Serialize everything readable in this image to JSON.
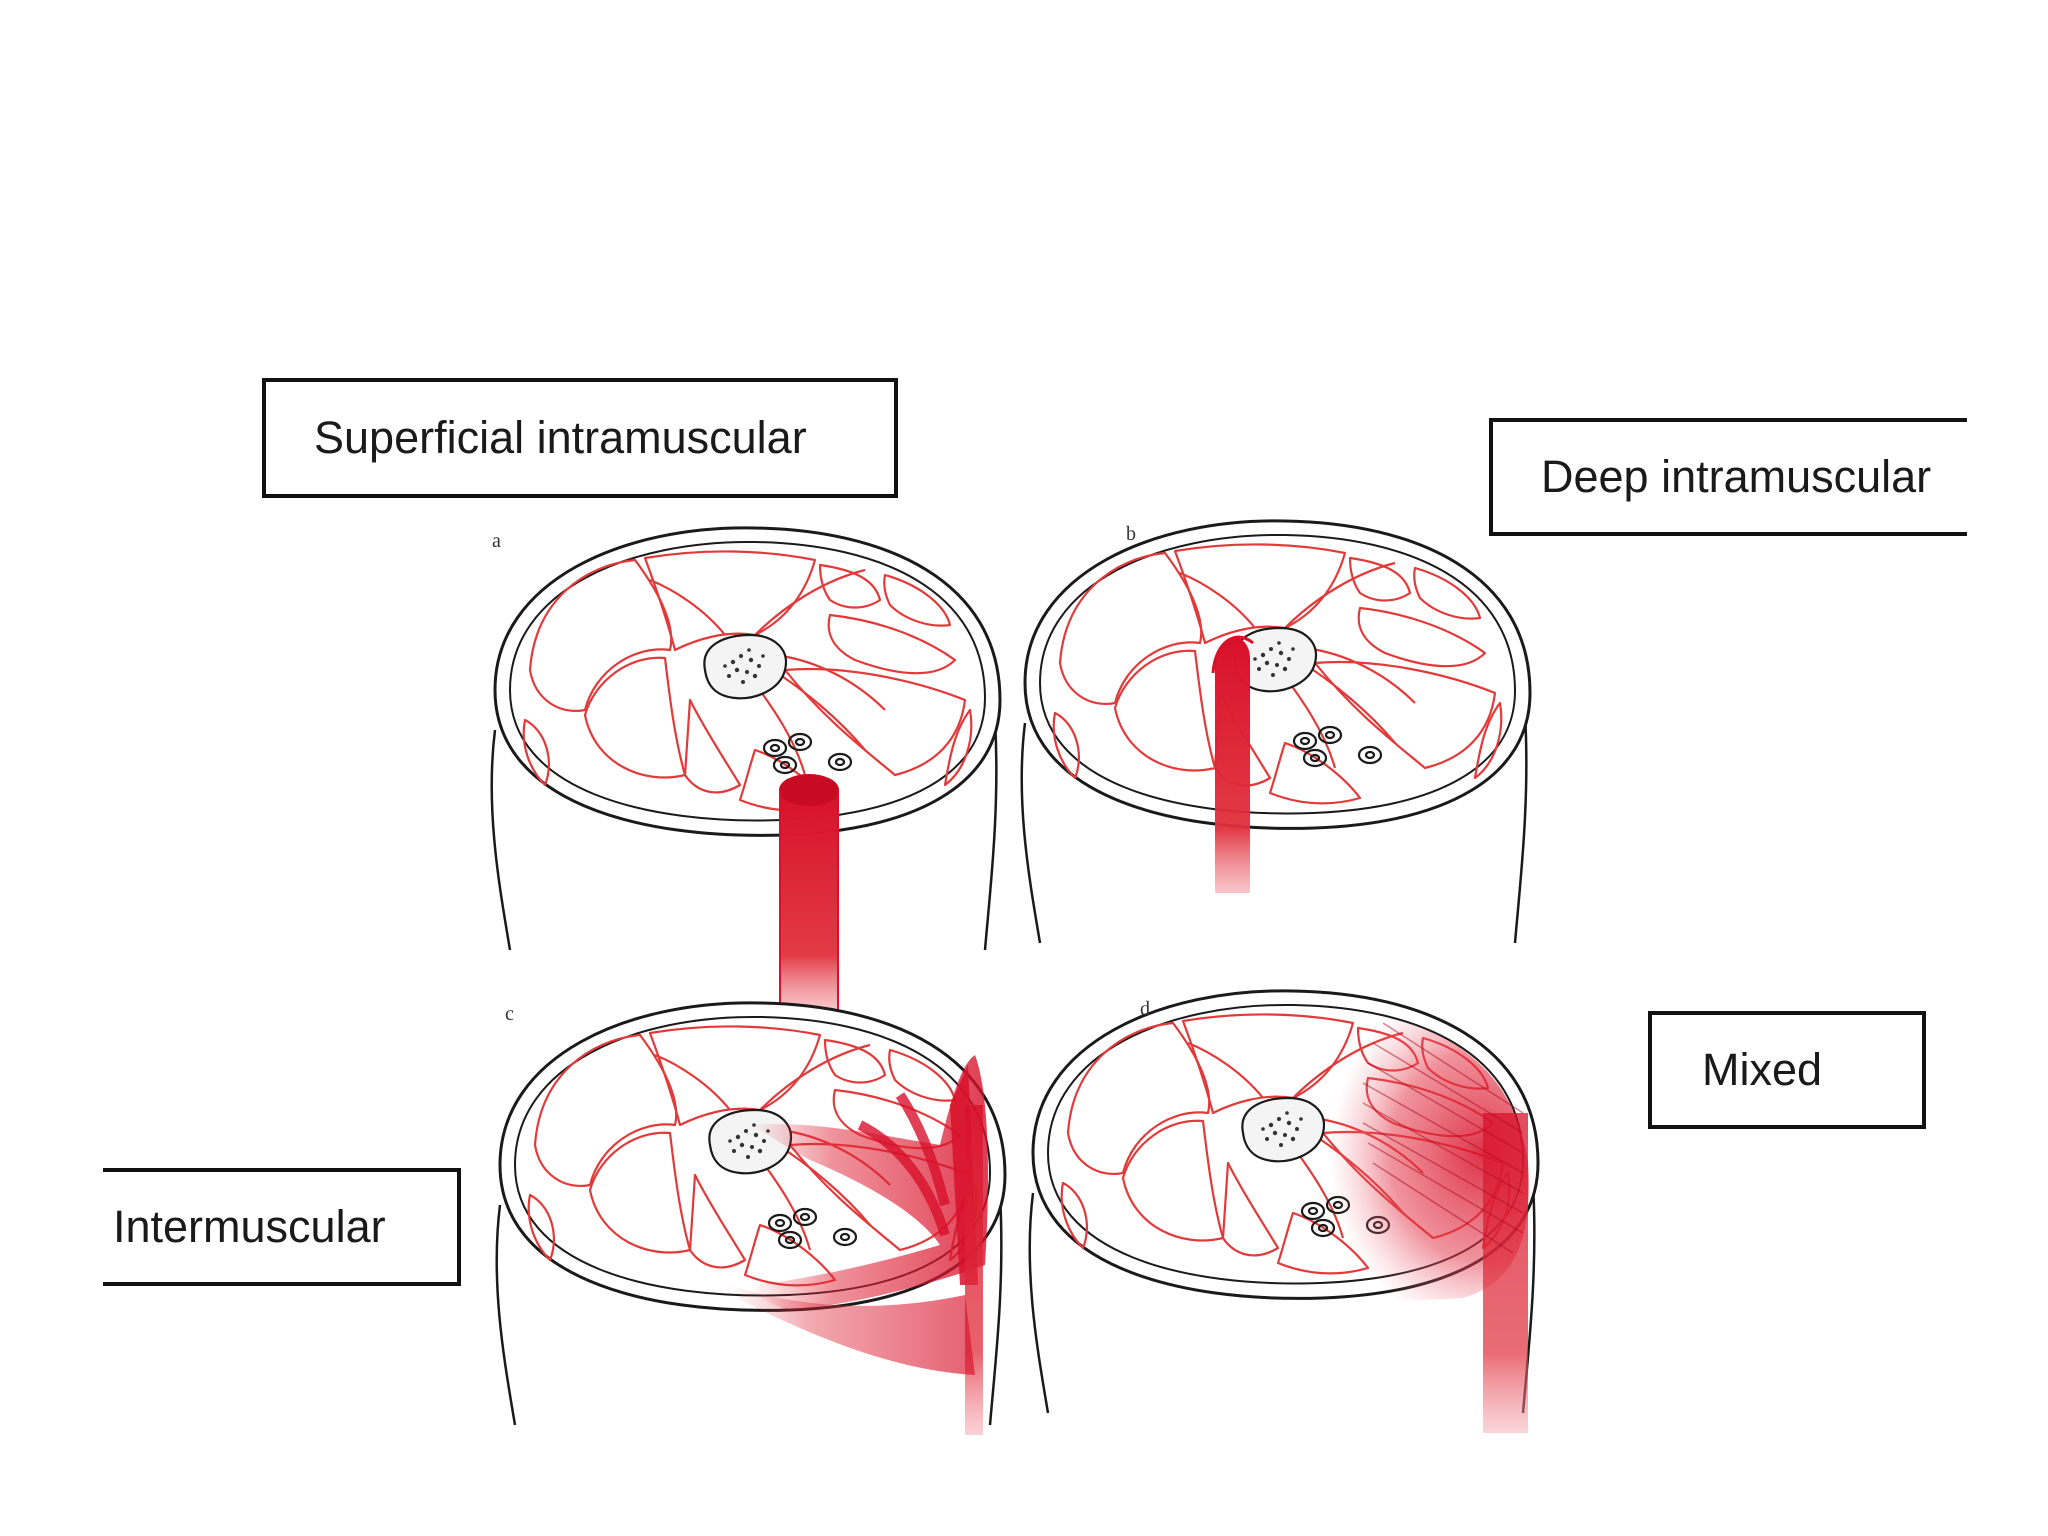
{
  "colors": {
    "muscle_outline": "#e23a3a",
    "lesion_red": "#d8102a",
    "skin_outline": "#1a1a1a",
    "background": "#ffffff"
  },
  "labels": {
    "superficial": "Superficial intramuscular",
    "deep": "Deep intramuscular",
    "intermuscular": "Intermuscular",
    "mixed": "Mixed"
  },
  "panels": {
    "a": "a",
    "b": "b",
    "c": "c",
    "d": "d"
  }
}
